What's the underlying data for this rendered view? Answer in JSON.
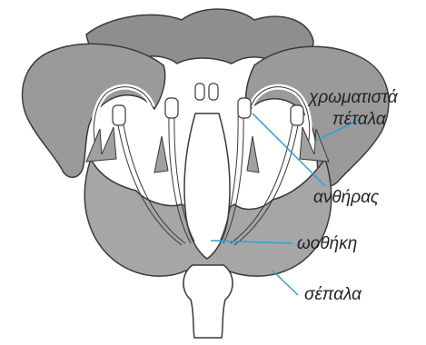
{
  "labels": {
    "petals_line1": "χρωματιστά",
    "petals_line2": "πέταλα",
    "anther": "ανθήρας",
    "ovary": "ωοθήκη",
    "sepals": "σέπαλα"
  },
  "colors": {
    "petal_fill": "#9a9a9a",
    "petal_dark": "#8a8a8a",
    "sepal_fill": "#a6a6a6",
    "outline": "#3a3a3a",
    "leader_line": "#29a3d6",
    "inner_white": "#ffffff"
  }
}
